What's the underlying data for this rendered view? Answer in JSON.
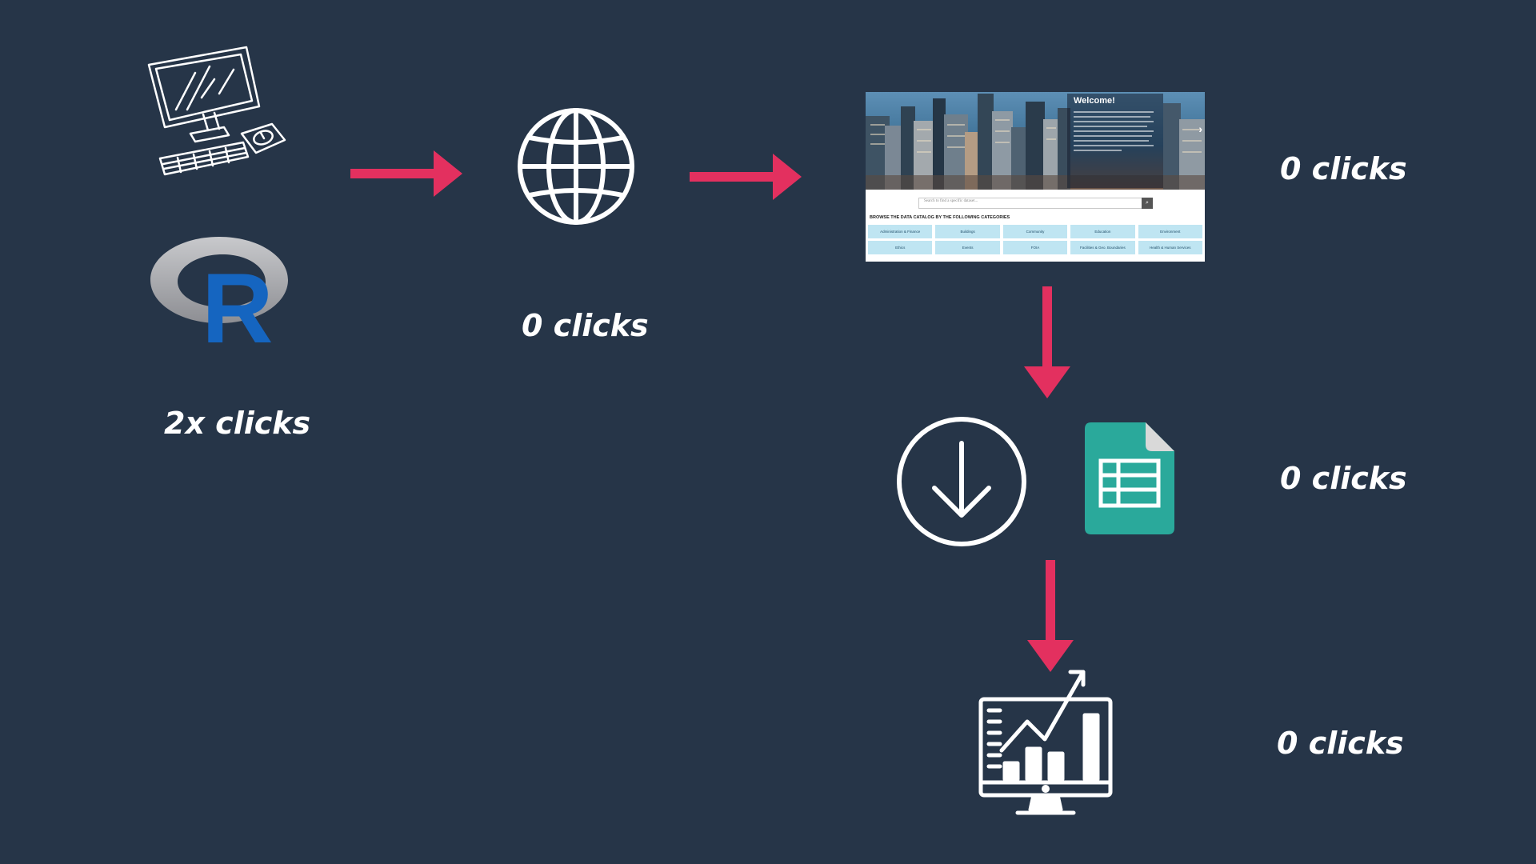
{
  "nodes": [
    {
      "id": "computer",
      "icon": "computer-sketch-icon"
    },
    {
      "id": "r",
      "icon": "r-logo-icon",
      "letter": "R"
    },
    {
      "id": "web",
      "icon": "globe-icon"
    },
    {
      "id": "portal",
      "icon": "data-portal-screenshot"
    },
    {
      "id": "download",
      "icon": "download-icon"
    },
    {
      "id": "file",
      "icon": "spreadsheet-file-icon"
    },
    {
      "id": "analysis",
      "icon": "analytics-monitor-icon"
    }
  ],
  "labels": {
    "setup": "2x clicks",
    "web": "0 clicks",
    "portal": "0 clicks",
    "download": "0 clicks",
    "analysis": "0 clicks"
  },
  "edges": [
    {
      "from": "computer",
      "to": "web",
      "icon": "arrow-right-icon"
    },
    {
      "from": "web",
      "to": "portal",
      "icon": "arrow-right-icon"
    },
    {
      "from": "portal",
      "to": "download",
      "icon": "arrow-down-icon"
    },
    {
      "from": "download",
      "to": "analysis",
      "icon": "arrow-down-icon"
    }
  ],
  "portal": {
    "welcome_title": "Welcome!",
    "search_placeholder": "Search to find a specific dataset...",
    "browse_heading": "BROWSE THE DATA CATALOG BY THE FOLLOWING CATEGORIES",
    "categories": [
      "Administration & Finance",
      "Buildings",
      "Community",
      "Education",
      "Environment",
      "Ethics",
      "Events",
      "FOIA",
      "Facilities & Geo. Boundaries",
      "Health & Human Services"
    ]
  },
  "colors": {
    "background": "#263548",
    "arrow": "#e3305f",
    "icon": "#ffffff",
    "r_ring": "#a9aaae",
    "r_letter": "#1565c0",
    "spreadsheet": "#2aa99b",
    "category_tile": "#bfe5f2"
  }
}
